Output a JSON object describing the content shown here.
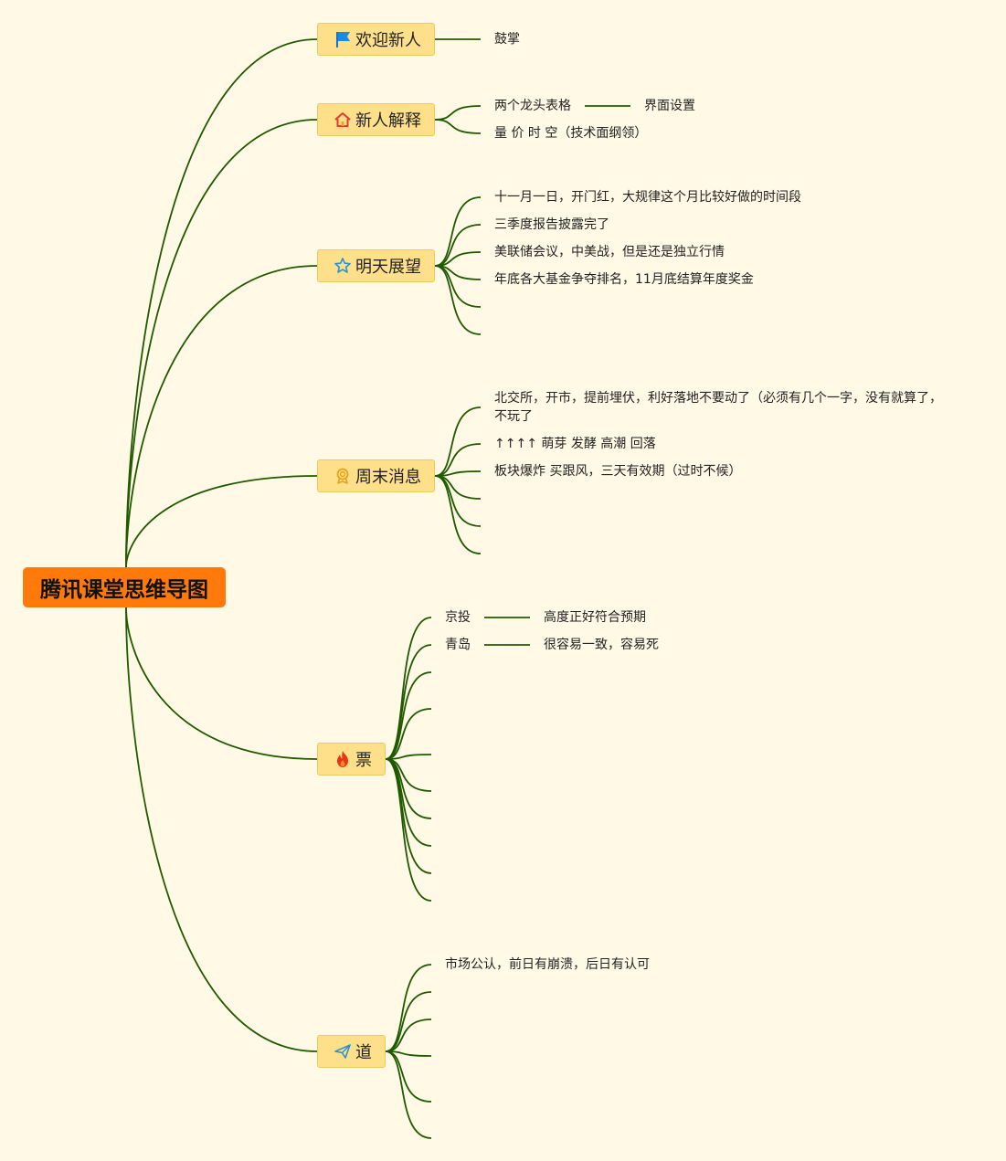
{
  "root": {
    "title": "腾讯课堂思维导图"
  },
  "branches": [
    {
      "label": "欢迎新人",
      "icon": "flag-icon",
      "items": [
        {
          "text": "鼓掌"
        }
      ]
    },
    {
      "label": "新人解释",
      "icon": "home-icon",
      "items": [
        {
          "text": "两个龙头表格",
          "child": "界面设置"
        },
        {
          "text": "量 价 时 空（技术面纲领）"
        }
      ]
    },
    {
      "label": "明天展望",
      "icon": "star-icon",
      "items": [
        {
          "text": "十一月一日，开门红，大规律这个月比较好做的时间段"
        },
        {
          "text": "三季度报告披露完了"
        },
        {
          "text": "美联储会议，中美战，但是还是独立行情"
        },
        {
          "text": "年底各大基金争夺排名，11月底结算年度奖金"
        }
      ]
    },
    {
      "label": "周末消息",
      "icon": "award-icon",
      "items": [
        {
          "text": "北交所，开市，提前埋伏，利好落地不要动了（必须有几个一字，没有就算了，不玩了"
        },
        {
          "text": "↑↑↑↑ 萌芽 发酵 高潮 回落"
        },
        {
          "text": "板块爆炸 买跟风，三天有效期（过时不候）"
        }
      ]
    },
    {
      "label": "票",
      "icon": "fire-icon",
      "items": [
        {
          "text": "京投",
          "child": "高度正好符合预期"
        },
        {
          "text": "青岛",
          "child": "很容易一致，容易死"
        }
      ]
    },
    {
      "label": "道",
      "icon": "send-icon",
      "items": [
        {
          "text": "市场公认，前日有崩溃，后日有认可"
        }
      ]
    }
  ],
  "colors": {
    "background": "#fff9e6",
    "root": "#ff7a0a",
    "branch": "#ffe08a",
    "line": "#1f5a00"
  }
}
